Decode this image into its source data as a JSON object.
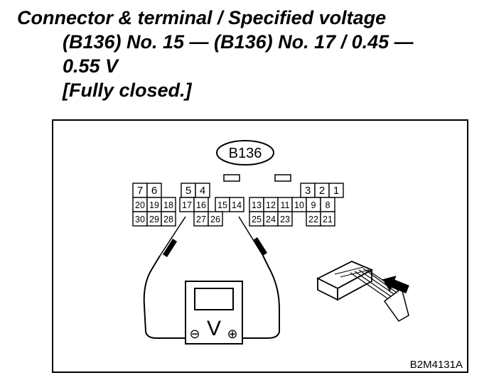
{
  "heading": {
    "line1": "Connector & terminal / Specified voltage",
    "line2": "(B136) No. 15 — (B136) No. 17 / 0.45 —",
    "line3": "0.55 V",
    "line4": "[Fully closed.]"
  },
  "diagram": {
    "connector_id": "B136",
    "meter_label": "V",
    "negative_symbol": "⊖",
    "positive_symbol": "⊕",
    "figure_code": "B2M4131A",
    "pins_row1": [
      "7",
      "6",
      "5",
      "4",
      "3",
      "2",
      "1"
    ],
    "pins_row2": [
      "20",
      "19",
      "18",
      "17",
      "16",
      "15",
      "14",
      "13",
      "12",
      "11",
      "10",
      "9",
      "8"
    ],
    "pins_row3": [
      "30",
      "29",
      "28",
      "27",
      "26",
      "25",
      "24",
      "23",
      "22",
      "21"
    ]
  }
}
